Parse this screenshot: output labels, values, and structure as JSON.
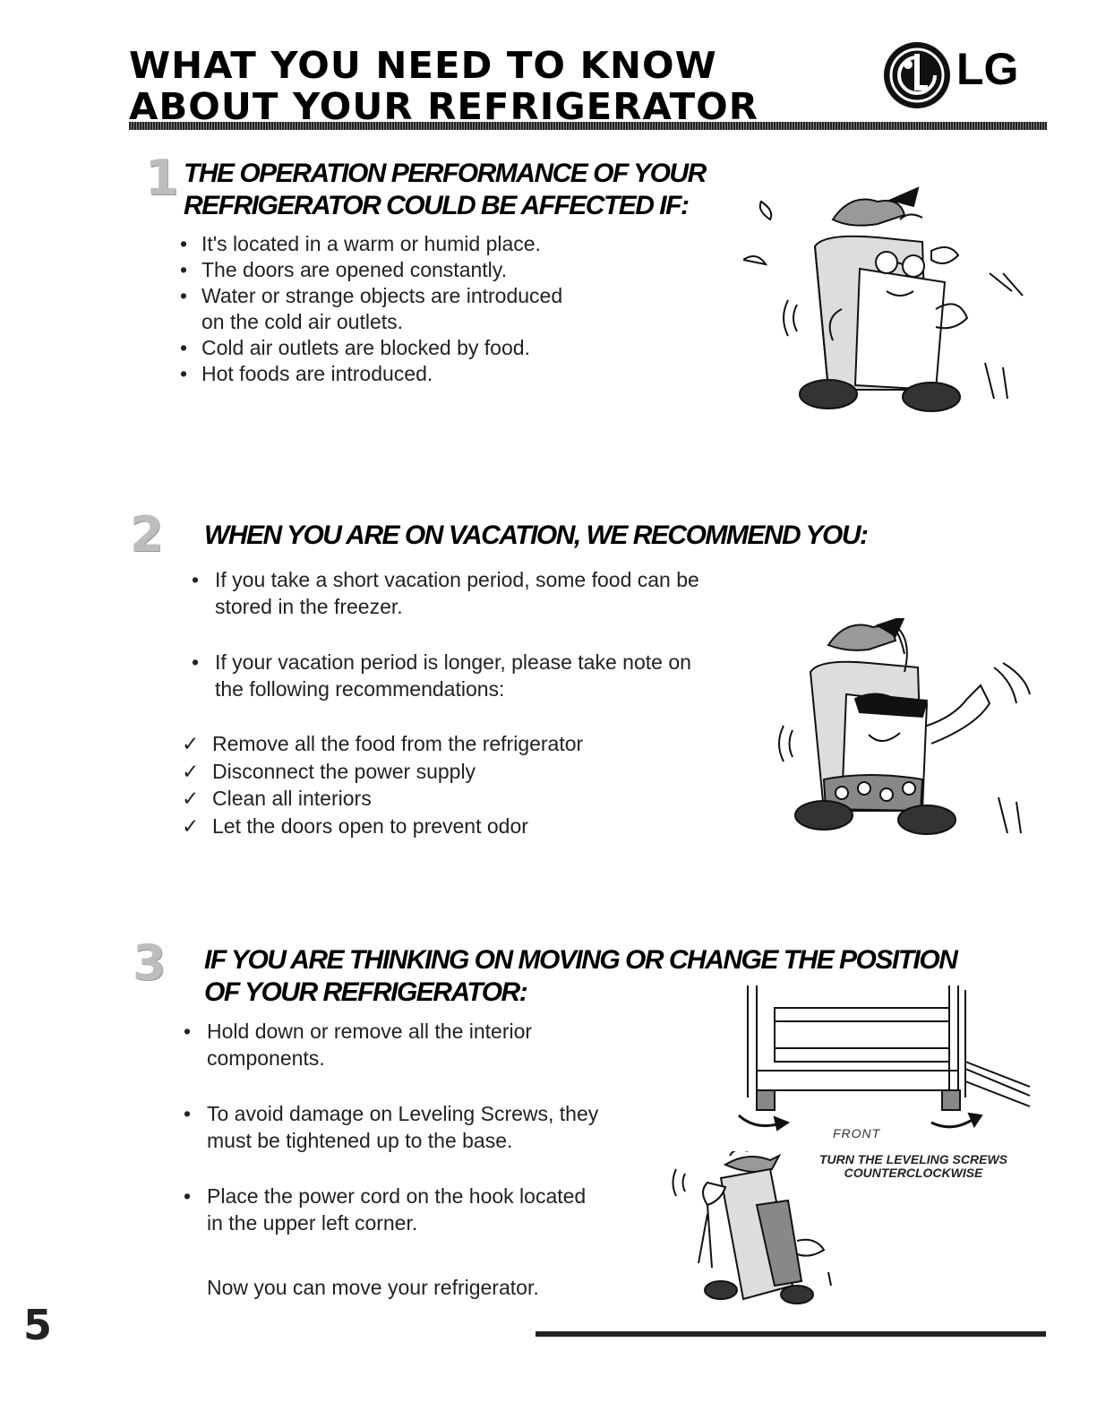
{
  "header": {
    "title_line1": "WHAT YOU NEED TO KNOW",
    "title_line2": "ABOUT YOUR REFRIGERATOR",
    "brand": "LG"
  },
  "sections": [
    {
      "number": "1",
      "heading_line1": "THE OPERATION PERFORMANCE OF YOUR",
      "heading_line2": "REFRIGERATOR COULD BE AFFECTED IF:",
      "items": [
        "It's located in a warm or humid place.",
        "The doors are opened constantly.",
        "Water or strange objects are introduced",
        "on the cold air outlets.",
        "Cold air outlets are blocked by food.",
        "Hot foods are introduced."
      ]
    },
    {
      "number": "2",
      "heading_line1": "WHEN YOU ARE ON VACATION, WE RECOMMEND YOU:",
      "paragraphs": [
        {
          "line1": "If you take a short vacation period, some food can be",
          "line2": "stored in the freezer."
        },
        {
          "line1": "If your vacation period is longer, please take note on",
          "line2": "the following recommendations:"
        }
      ],
      "checklist": [
        "Remove all the food from the refrigerator",
        "Disconnect the power supply",
        "Clean all interiors",
        "Let the doors open to prevent odor"
      ]
    },
    {
      "number": "3",
      "heading_line1": "IF YOU ARE THINKING ON MOVING OR CHANGE THE POSITION",
      "heading_line2": "OF YOUR REFRIGERATOR:",
      "paragraphs": [
        {
          "line1": "Hold down or remove all the interior",
          "line2": "components."
        },
        {
          "line1": "To avoid damage on Leveling Screws, they",
          "line2": "must be tightened up to the base."
        },
        {
          "line1": "Place the power cord on the hook located",
          "line2": "in the upper left corner."
        }
      ],
      "closing": "Now you can move your refrigerator.",
      "diagram_front_label": "FRONT",
      "diagram_caption_line1": "TURN THE LEVELING SCREWS",
      "diagram_caption_line2": "COUNTERCLOCKWISE"
    }
  ],
  "footer": {
    "page_number": "5"
  },
  "glyphs": {
    "bullet": "•",
    "check": "✓"
  }
}
